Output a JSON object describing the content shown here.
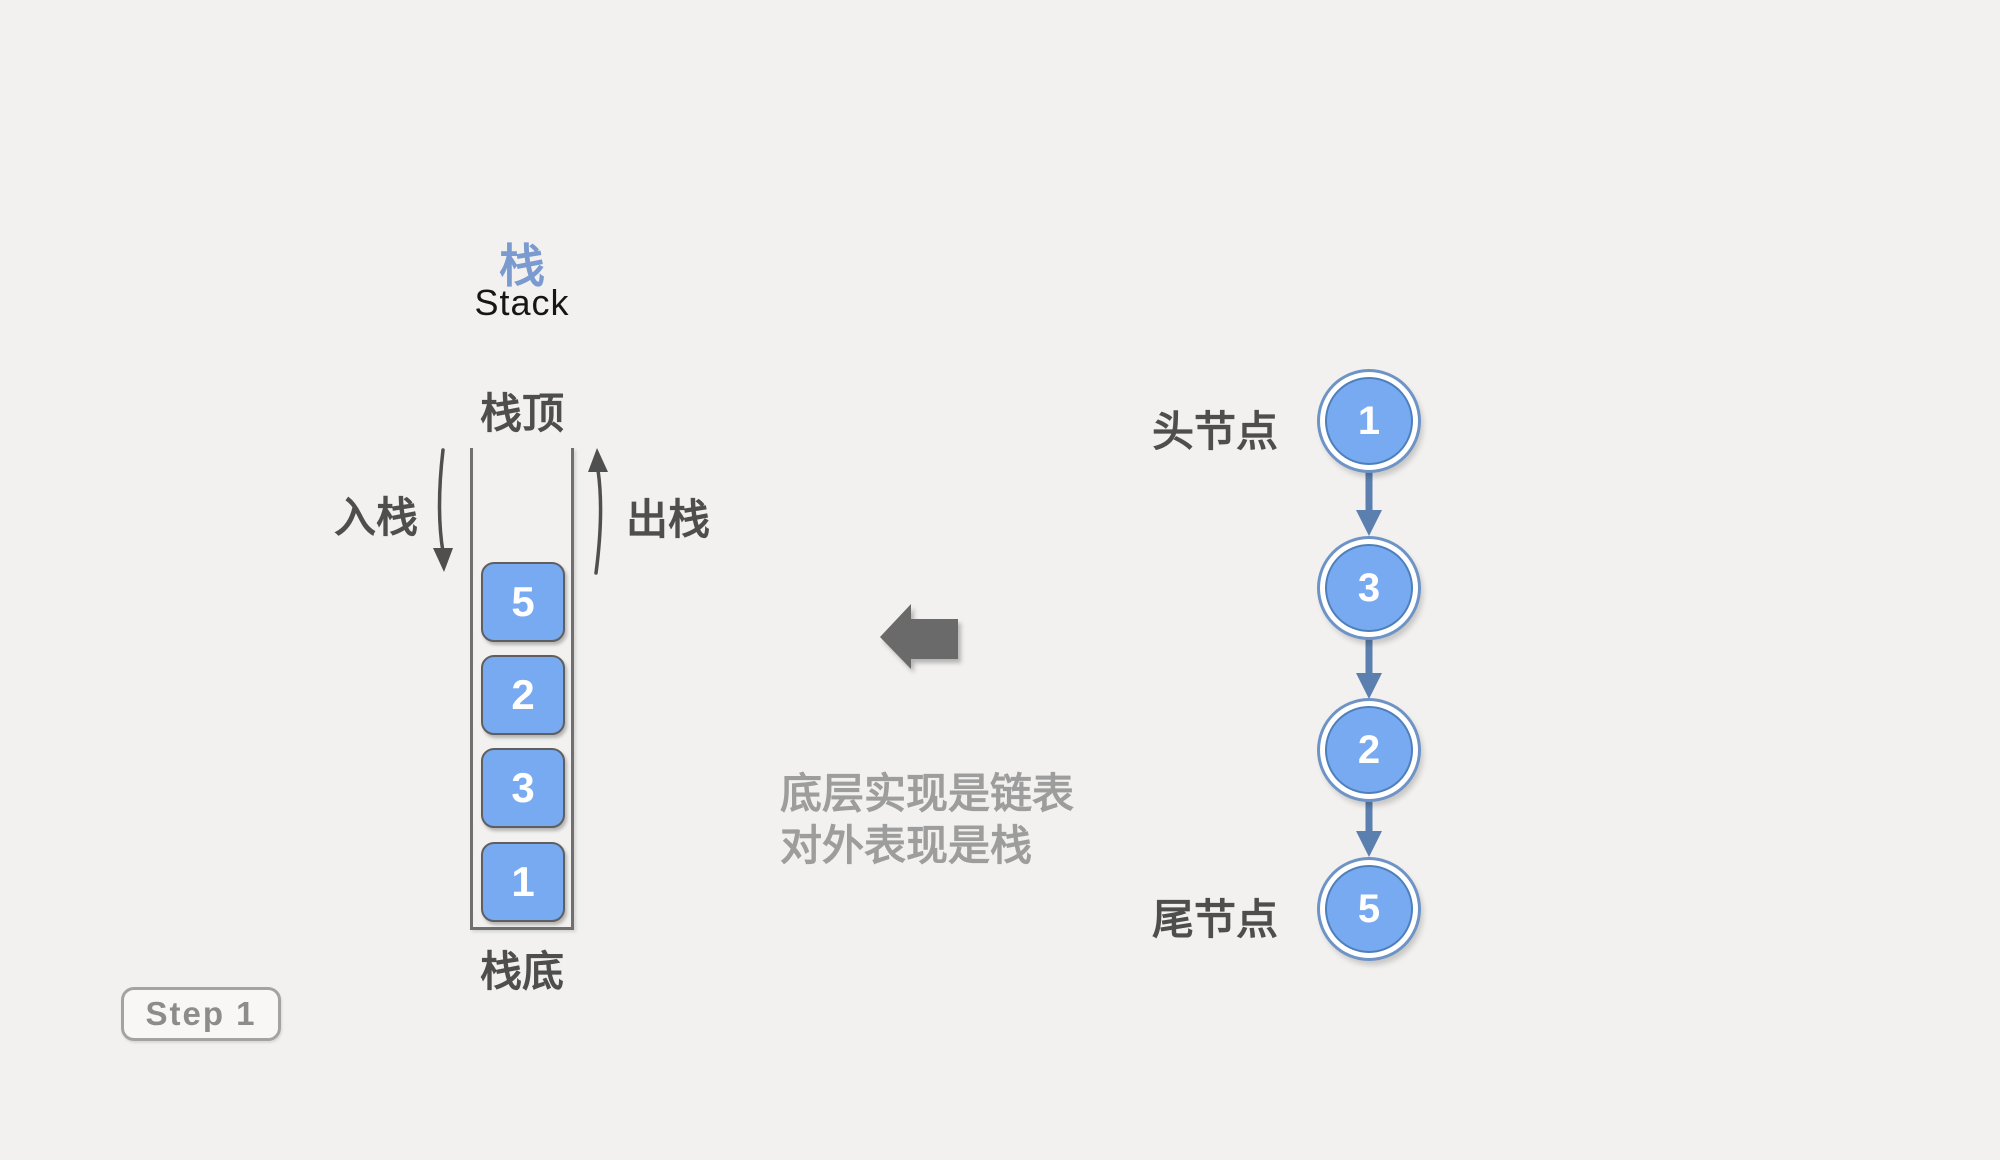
{
  "title": {
    "zh": "栈",
    "en": "Stack"
  },
  "stack": {
    "top_label": "栈顶",
    "bottom_label": "栈底",
    "push_label": "入栈",
    "pop_label": "出栈",
    "items": [
      "5",
      "2",
      "3",
      "1"
    ]
  },
  "annotation": {
    "line1": "底层实现是链表",
    "line2": "对外表现是栈"
  },
  "linked_list": {
    "head_label": "头节点",
    "tail_label": "尾节点",
    "nodes": [
      "1",
      "3",
      "2",
      "5"
    ]
  },
  "step": {
    "label": "Step 1"
  },
  "icons": {
    "push_arrow": "down-arrow",
    "pop_arrow": "up-arrow",
    "implement_arrow": "left-block-arrow",
    "link_arrows": "down-arrow"
  },
  "colors": {
    "background": "#f2f1ef",
    "title_blue": "#7a9ad0",
    "label_gray": "#4e4e4e",
    "block_blue": "#78aaf2",
    "block_border": "#5f5f5f",
    "wall_gray": "#707070",
    "node_ring": "#6e93c6",
    "node_border": "#4f7fba",
    "link_arrow": "#5b80af",
    "big_arrow": "#6a6a6a",
    "note_gray": "#9d9d9d",
    "step_gray": "#8c8c8c"
  }
}
